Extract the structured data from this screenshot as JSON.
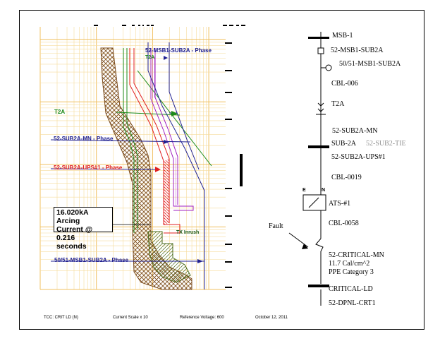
{
  "tcc": {
    "curve_labels": {
      "msb1": "52-MSB1-SUB2A - Phase",
      "t2a_top": "T2A",
      "t2a": "T2A",
      "sub2a_mn": "52-SUB2A-MN - Phase",
      "sub2a_ups": "52-SUB2A-UPS#1 - Phase",
      "fifty_msb1": "50/51-MSB1-SUB2A - Phase",
      "tx_inrush": "TX Inrush"
    },
    "arcing_box": {
      "line1": "16.020kA Arcing",
      "line2": "Current @ 0.216",
      "line3": "seconds"
    },
    "colors": {
      "grid_major": "#f0c060",
      "grid_minor": "#f6dc9c",
      "msb1": "#8a3a10",
      "t2a": "#1a8a1a",
      "sub2a_mn": "#202090",
      "sub2a_ups": "#e02020",
      "purple": "#a020c0",
      "brown_hatch": "#7a4a1a"
    }
  },
  "oneline": {
    "nodes": {
      "msb1": "MSB-1",
      "cb_msb1": "52-MSB1-SUB2A",
      "relay": "50/51-MSB1-SUB2A",
      "cbl006": "CBL-006",
      "t2a": "T2A",
      "cb_mn": "52-SUB2A-MN",
      "sub2a": "SUB-2A",
      "sub2tie": "52-SUB2-TIE",
      "cb_ups": "52-SUB2A-UPS#1",
      "cbl0019": "CBL-0019",
      "ats": "ATS-#1",
      "ats_e": "E",
      "ats_n": "N",
      "cbl0058": "CBL-0058",
      "fault": "Fault",
      "crit_mn": "52-CRITICAL-MN",
      "cal": "11.7 Cal/cm^2",
      "ppe": "PPE Category 3",
      "crit_ld": "CRITICAL-LD",
      "dpnl": "52-DPNL-CRT1"
    }
  },
  "footer": {
    "tcc": "TCC: CRIT LD (N)",
    "scale": "Current Scale x 10",
    "voltage": "Reference Voltage: 600",
    "date": "October 12, 2011"
  }
}
